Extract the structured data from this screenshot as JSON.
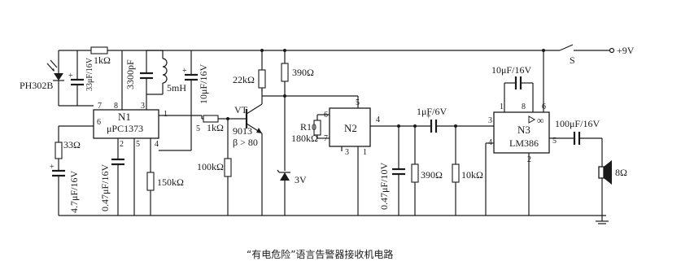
{
  "caption": "“有电危险”语言告警器接收机电路",
  "supply": "+9V",
  "switch_label": "S",
  "components": {
    "photodiode": "PH302B",
    "c1": "33μF/16V",
    "r1": "1kΩ",
    "c2": "3300pF",
    "l1": "5mH",
    "c3": "10μF/16V",
    "r_vt_top": "22kΩ",
    "r_390_top": "390Ω",
    "r_base": "1kΩ",
    "r_100k": "100kΩ",
    "zener": "3V",
    "r10_label": "R10",
    "r10_value": "180kΩ",
    "c_1u": "1μF/6V",
    "c_047b": "0.47μF/10V",
    "r_390_bot": "390Ω",
    "r_10k": "10kΩ",
    "c_n3": "10μF/16V",
    "c_out": "100μF/16V",
    "speaker": "8Ω",
    "r_33": "33Ω",
    "c_47": "4.7μF/16V",
    "c_047a": "0.47μF/16V",
    "r_150k": "150kΩ"
  },
  "transistor": {
    "name": "VT",
    "type": "9013",
    "beta": "β > 80"
  },
  "n1": {
    "name": "N1",
    "name_sub": "1",
    "part": "μPC1373",
    "pins": [
      "7",
      "8",
      "3",
      "1",
      "6",
      "2",
      "5",
      "4",
      "5"
    ]
  },
  "n2": {
    "name": "N2",
    "name_sub": "2",
    "pins": [
      "5",
      "6",
      "7",
      "4",
      "3",
      "1"
    ]
  },
  "n3": {
    "name": "N3",
    "name_sub": "3",
    "part": "LM386",
    "pins": [
      "1",
      "8",
      "6",
      "3",
      "4",
      "5",
      "2"
    ]
  }
}
